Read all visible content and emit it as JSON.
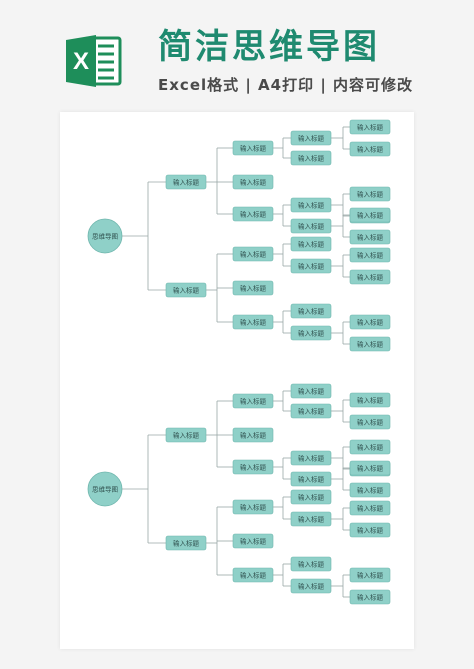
{
  "header": {
    "logo_letter": "X",
    "title": "简洁思维导图",
    "subtitle": "Excel格式 | A4打印 | 内容可修改"
  },
  "colors": {
    "title": "#1f8a70",
    "node_fill": "#8fd0c8",
    "node_stroke": "#6fb6ad",
    "line": "#9aa7a6",
    "logo_green": "#1e8e5a"
  },
  "root_label": "思维导图",
  "node_label": "输入标题",
  "mindmaps": [
    {
      "root": "思维导图",
      "branches": [
        {
          "label": "输入标题",
          "children": [
            {
              "label": "输入标题",
              "children": [
                {
                  "label": "输入标题",
                  "children": [
                    "输入标题",
                    "输入标题"
                  ]
                },
                {
                  "label": "输入标题",
                  "children": []
                }
              ]
            },
            {
              "label": "输入标题",
              "children": []
            },
            {
              "label": "输入标题",
              "children": [
                {
                  "label": "输入标题",
                  "children": [
                    "输入标题",
                    "输入标题"
                  ]
                },
                {
                  "label": "输入标题",
                  "children": [
                    "输入标题",
                    "输入标题"
                  ]
                }
              ]
            }
          ]
        },
        {
          "label": "输入标题",
          "children": [
            {
              "label": "输入标题",
              "children": [
                {
                  "label": "输入标题",
                  "children": []
                },
                {
                  "label": "输入标题",
                  "children": [
                    "输入标题",
                    "输入标题"
                  ]
                }
              ]
            },
            {
              "label": "输入标题",
              "children": []
            },
            {
              "label": "输入标题",
              "children": [
                {
                  "label": "输入标题",
                  "children": []
                },
                {
                  "label": "输入标题",
                  "children": [
                    "输入标题",
                    "输入标题"
                  ]
                }
              ]
            }
          ]
        }
      ]
    },
    {
      "root": "思维导图",
      "branches": [
        {
          "label": "输入标题",
          "children": [
            {
              "label": "输入标题",
              "children": [
                {
                  "label": "输入标题",
                  "children": []
                },
                {
                  "label": "输入标题",
                  "children": [
                    "输入标题",
                    "输入标题"
                  ]
                }
              ]
            },
            {
              "label": "输入标题",
              "children": []
            },
            {
              "label": "输入标题",
              "children": [
                {
                  "label": "输入标题",
                  "children": [
                    "输入标题",
                    "输入标题"
                  ]
                },
                {
                  "label": "输入标题",
                  "children": [
                    "输入标题",
                    "输入标题"
                  ]
                }
              ]
            }
          ]
        },
        {
          "label": "输入标题",
          "children": [
            {
              "label": "输入标题",
              "children": [
                {
                  "label": "输入标题",
                  "children": []
                },
                {
                  "label": "输入标题",
                  "children": [
                    "输入标题",
                    "输入标题"
                  ]
                }
              ]
            },
            {
              "label": "输入标题",
              "children": []
            },
            {
              "label": "输入标题",
              "children": [
                {
                  "label": "输入标题",
                  "children": []
                },
                {
                  "label": "输入标题",
                  "children": [
                    "输入标题",
                    "输入标题"
                  ]
                }
              ]
            }
          ]
        }
      ]
    }
  ]
}
